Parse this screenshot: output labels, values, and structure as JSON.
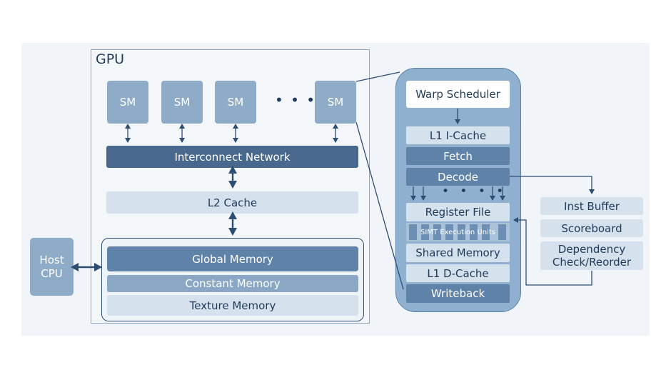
{
  "gpu": {
    "title": "GPU",
    "sms": [
      "SM",
      "SM",
      "SM",
      "SM"
    ],
    "ellipsis": "• • •",
    "interconnect": "Interconnect Network",
    "l2": "L2 Cache",
    "memory": {
      "global": "Global Memory",
      "constant": "Constant Memory",
      "texture": "Texture Memory"
    }
  },
  "host": {
    "line1": "Host",
    "line2": "CPU"
  },
  "sm_detail": {
    "warp_scheduler": "Warp Scheduler",
    "l1_icache": "L1 I-Cache",
    "fetch": "Fetch",
    "decode": "Decode",
    "dots": "• • • •",
    "register_file": "Register File",
    "simt": "SIMT Execution Units",
    "shared_memory": "Shared Memory",
    "l1_dcache": "L1 D-Cache",
    "writeback": "Writeback"
  },
  "side": {
    "inst_buffer": "Inst Buffer",
    "scoreboard": "Scoreboard",
    "dependency_line1": "Dependency",
    "dependency_line2": "Check/Reorder"
  },
  "colors": {
    "dark": "#48698d",
    "mid": "#5f82a8",
    "light": "#d5e1ec",
    "line": "#2d4d73"
  }
}
